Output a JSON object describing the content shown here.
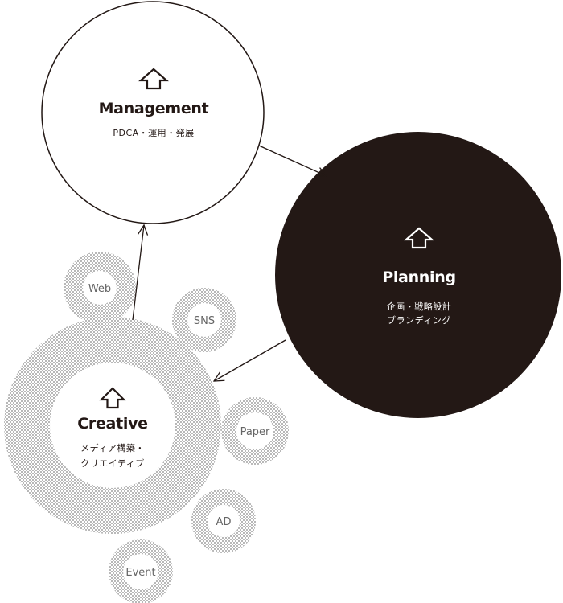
{
  "colors": {
    "ink": "#231815",
    "dot": "#7d7d7d",
    "paper": "#ffffff",
    "tag_text": "#666666"
  },
  "management": {
    "title": "Management",
    "subtitle": "PDCA・運用・発展",
    "icon": "up-arrow-icon"
  },
  "planning": {
    "title": "Planning",
    "subtitle_line1": "企画・戦略設計",
    "subtitle_line2": "ブランディング",
    "icon": "up-arrow-icon"
  },
  "creative": {
    "title": "Creative",
    "subtitle_line1": "メディア構築・",
    "subtitle_line2": "クリエイティブ",
    "icon": "up-arrow-icon"
  },
  "media": {
    "web": "Web",
    "sns": "SNS",
    "paper": "Paper",
    "ad": "AD",
    "event": "Event"
  }
}
